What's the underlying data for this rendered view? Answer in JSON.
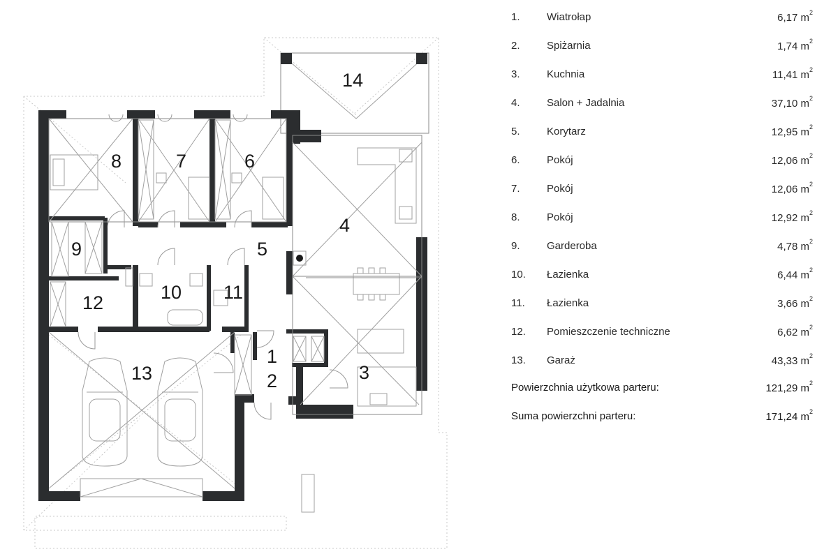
{
  "rooms": [
    {
      "num": "1.",
      "name": "Wiatrołap",
      "area": "6,17 m",
      "sup": "2"
    },
    {
      "num": "2.",
      "name": "Spiżarnia",
      "area": "1,74 m",
      "sup": "2"
    },
    {
      "num": "3.",
      "name": "Kuchnia",
      "area": "11,41 m",
      "sup": "2"
    },
    {
      "num": "4.",
      "name": "Salon + Jadalnia",
      "area": "37,10 m",
      "sup": "2"
    },
    {
      "num": "5.",
      "name": "Korytarz",
      "area": "12,95 m",
      "sup": "2"
    },
    {
      "num": "6.",
      "name": "Pokój",
      "area": "12,06 m",
      "sup": "2"
    },
    {
      "num": "7.",
      "name": "Pokój",
      "area": "12,06 m",
      "sup": "2"
    },
    {
      "num": "8.",
      "name": "Pokój",
      "area": "12,92 m",
      "sup": "2"
    },
    {
      "num": "9.",
      "name": "Garderoba",
      "area": "4,78 m",
      "sup": "2"
    },
    {
      "num": "10.",
      "name": "Łazienka",
      "area": "6,44 m",
      "sup": "2"
    },
    {
      "num": "11.",
      "name": "Łazienka",
      "area": "3,66 m",
      "sup": "2"
    },
    {
      "num": "12.",
      "name": "Pomieszczenie techniczne",
      "area": "6,62 m",
      "sup": "2"
    },
    {
      "num": "13.",
      "name": "Garaż",
      "area": "43,33 m",
      "sup": "2"
    }
  ],
  "summary": {
    "usable_label": "Powierzchnia użytkowa parteru:",
    "usable_area": "121,29 m",
    "total_label": "Suma powierzchni parteru:",
    "total_area": "171,24 m",
    "sup": "2"
  },
  "plan_labels": {
    "r1": "1",
    "r2": "2",
    "r3": "3",
    "r4": "4",
    "r5": "5",
    "r6": "6",
    "r7": "7",
    "r8": "8",
    "r9": "9",
    "r10": "10",
    "r11": "11",
    "r12": "12",
    "r13": "13",
    "r14": "14"
  },
  "colors": {
    "wall": "#2b2d2f",
    "text": "#2a2a2a",
    "lines": "#8a8a8a"
  }
}
